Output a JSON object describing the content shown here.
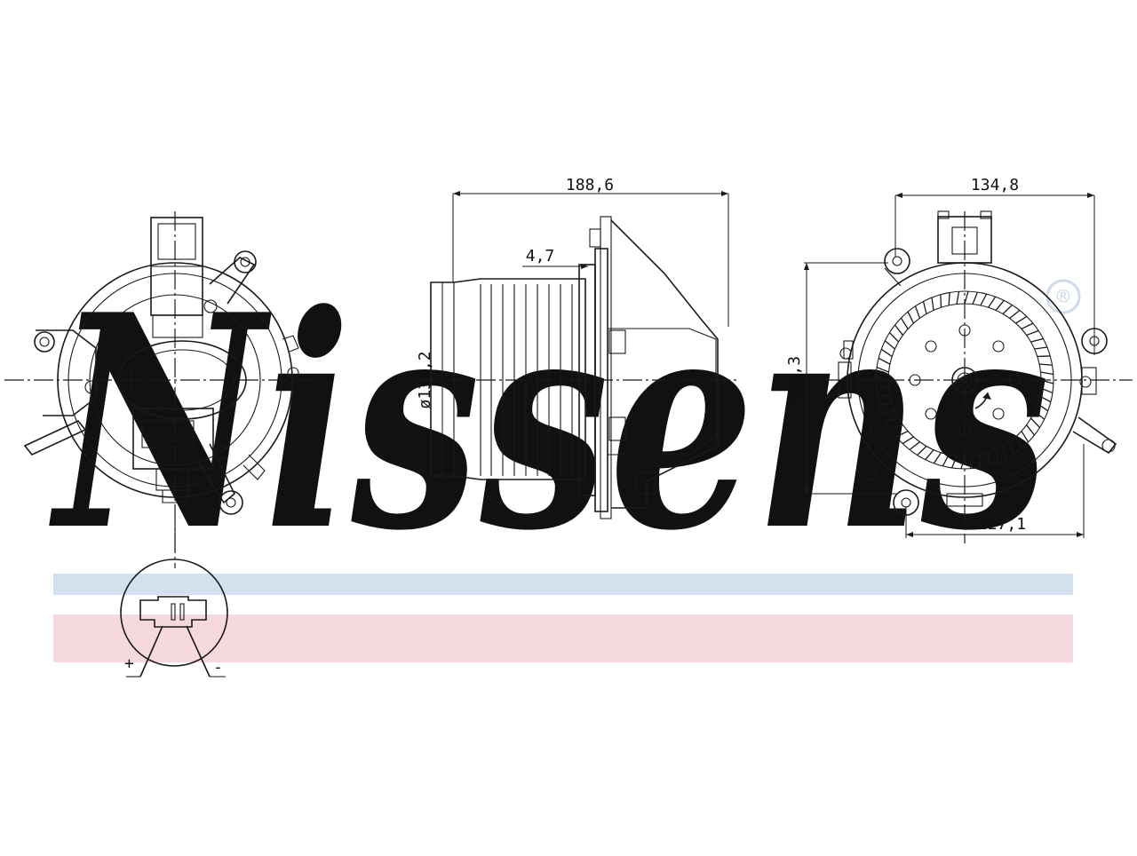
{
  "watermark": {
    "text": "Nissens",
    "registered_mark": "®",
    "color": "#cfdbe8",
    "band_blue": "#d3e0ee",
    "band_pink": "#f5d9df"
  },
  "dimensions": {
    "overall_length": "188,6",
    "flange_offset": "4,7",
    "wheel_diameter": "ø131,2",
    "overall_width": "134,8",
    "overall_height": "163,3",
    "mount_spacing": "127,1"
  },
  "connector": {
    "plus": "+",
    "minus": "-"
  }
}
